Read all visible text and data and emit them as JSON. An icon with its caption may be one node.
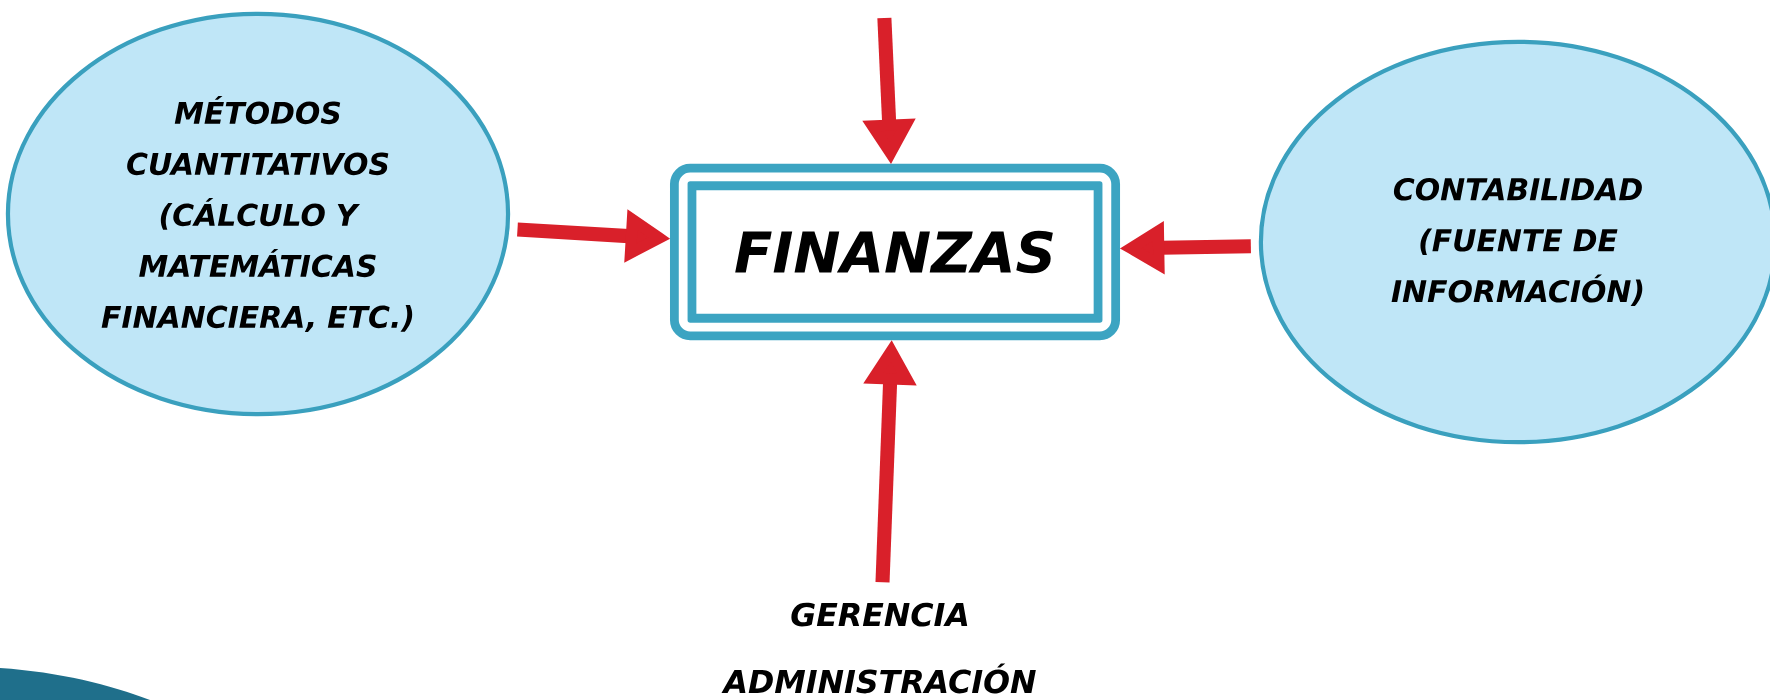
{
  "diagram": {
    "nodes": [
      {
        "text": [
          "MÉTODOS CUANTITATIVOS (CÁLCULO Y MATEMÁTICAS FINANCIERA, ETC.)"
        ]
      },
      {
        "text": [
          "FINANZAS"
        ]
      },
      {
        "text": [
          "CONTABILIDAD (FUENTE DE INFORMACIÓN)"
        ]
      },
      {
        "text": [
          "GERENCIA ADMINISTRACIÓN"
        ]
      }
    ],
    "edges": [
      {
        "from": null,
        "to": 1,
        "arrow": "to"
      },
      {
        "from": 0,
        "to": 1,
        "arrow": "to"
      },
      {
        "from": 2,
        "to": 1,
        "arrow": "to"
      },
      {
        "from": 3,
        "to": 1,
        "arrow": "to"
      }
    ]
  }
}
